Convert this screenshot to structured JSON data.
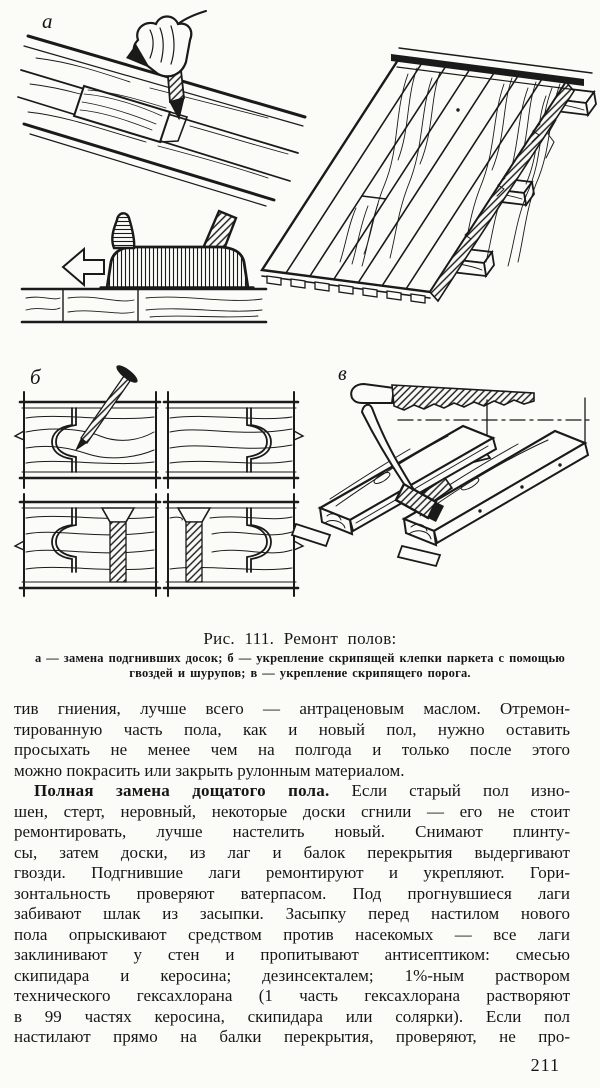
{
  "figure": {
    "label_a": "а",
    "label_b": "б",
    "label_v": "в"
  },
  "caption": {
    "title": "Рис. 111. Ремонт полов:",
    "line1": "а — замена подгнивших досок; б — укрепление скрипящей клепки паркета с помощью",
    "line2": "гвоздей и шурупов; в — укрепление скрипящего порога."
  },
  "body": {
    "lines": [
      {
        "text": "тив гниения, лучше всего — антраценовым маслом. Отремон-",
        "justify": true
      },
      {
        "text": "тированную часть пола, как и новый пол, нужно оставить",
        "justify": true
      },
      {
        "text": "просыхать не менее чем на полгода и только после этого",
        "justify": true
      },
      {
        "text": "можно покрасить или закрыть рулонным материалом.",
        "justify": false
      },
      {
        "bold": "Полная замена дощатого пола.",
        "text": " Если старый пол изно-",
        "indent": true,
        "justify": true
      },
      {
        "text": "шен, стерт, неровный, некоторые доски сгнили — его не стоит",
        "justify": true
      },
      {
        "text": "ремонтировать, лучше настелить новый. Снимают плинту-",
        "justify": true
      },
      {
        "text": "сы, затем доски, из лаг и балок перекрытия выдергивают",
        "justify": true
      },
      {
        "text": "гвозди. Подгнившие лаги ремонтируют и укрепляют. Гори-",
        "justify": true
      },
      {
        "text": "зонтальность проверяют ватерпасом. Под прогнувшиеся лаги",
        "justify": true
      },
      {
        "text": "забивают шлак из засыпки. Засыпку перед настилом нового",
        "justify": true
      },
      {
        "text": "пола опрыскивают средством против насекомых — все лаги",
        "justify": true
      },
      {
        "text": "заклинивают у стен и пропитывают антисептиком: смесью",
        "justify": true
      },
      {
        "text": "скипидара и керосина; дезинсекталем; 1%-ным раствором",
        "justify": true
      },
      {
        "text": "технического гексахлорана (1 часть гексахлорана растворяют",
        "justify": true
      },
      {
        "text": "в 99 частях керосина, скипидара или солярки). Если пол",
        "justify": true
      },
      {
        "text": "настилают прямо на балки перекрытия, проверяют, не про-",
        "justify": true
      }
    ]
  },
  "page": {
    "number": "211"
  }
}
